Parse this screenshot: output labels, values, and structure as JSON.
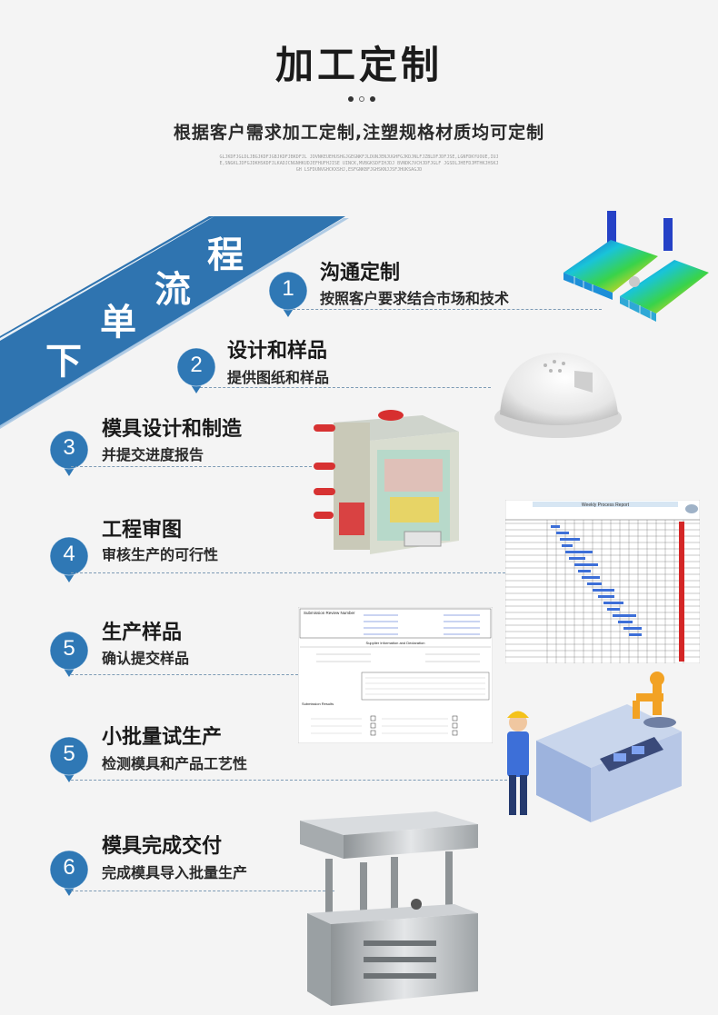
{
  "header": {
    "title": "加工定制",
    "subtitle": "根据客户需求加工定制,注塑规格材质均可定制",
    "fine_print": "GLJKDFJGLDLJBGJKDFJGBJKDFJBKDFJL JDVNKEUEHUSHGJGEGNKFJLDUNJENJUGHFGJKDJNLFJZBLDFJDFJSE,LGNFDKYUOUE,IUJE,SNGKLJDFGJDKHSKDFJLKADJCNGNHKUDJEFHUFHJISE UINCK,MVBGKSDFIHJDJ BVNDKJVCHJDFJGLF JGSDLJHEFDJMTHKJHSKJGH LSFDUNVGHCKXSHJ,ESFGNKBFJGHSKNJJSFJHUKSAGJD"
  },
  "banner": {
    "label_chars": [
      "下",
      "单",
      "流",
      "程"
    ],
    "color": "#2f74b0"
  },
  "steps": [
    {
      "number": "1",
      "title": "沟通定制",
      "desc": "按照客户要求结合市场和技术"
    },
    {
      "number": "2",
      "title": "设计和样品",
      "desc": "提供图纸和样品"
    },
    {
      "number": "3",
      "title": "模具设计和制造",
      "desc": "并提交进度报告"
    },
    {
      "number": "4",
      "title": "工程审图",
      "desc": "审核生产的可行性"
    },
    {
      "number": "5",
      "title": "生产样品",
      "desc": "确认提交样品"
    },
    {
      "number": "5",
      "title": "小批量试生产",
      "desc": "检测模具和产品工艺性"
    },
    {
      "number": "6",
      "title": "模具完成交付",
      "desc": "完成模具导入批量生产"
    }
  ],
  "colors": {
    "accent": "#2f74b0",
    "badge": "#2f78b5",
    "dashed": "#7d9bb5"
  },
  "report": {
    "title": "Weekly Process Report"
  },
  "submission": {
    "header": "Submission Review Number",
    "section1": "Supplier Information and Declaration",
    "section2": "Submission Results"
  }
}
